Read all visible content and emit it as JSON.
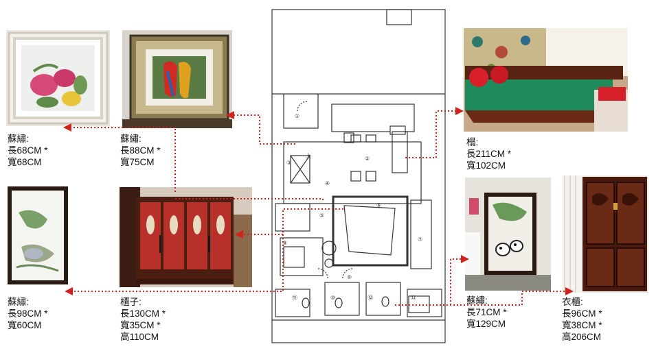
{
  "items": [
    {
      "id": "emb-peony",
      "title": "蘇繡:",
      "lines": [
        "長68CM *",
        "寬68CM"
      ]
    },
    {
      "id": "emb-parrot",
      "title": "蘇繡:",
      "lines": [
        "長88CM *",
        "寬75CM"
      ]
    },
    {
      "id": "daybed",
      "title": "榻:",
      "lines": [
        "長211CM *",
        "寬102CM"
      ]
    },
    {
      "id": "emb-tall",
      "title": "蘇繡:",
      "lines": [
        "長98CM *",
        "寬60CM"
      ]
    },
    {
      "id": "cabinet",
      "title": "櫃子:",
      "lines": [
        "長130CM *",
        "寬35CM *",
        "高110CM"
      ]
    },
    {
      "id": "emb-panda",
      "title": "蘇繡:",
      "lines": [
        "長71CM *",
        "寬129CM"
      ]
    },
    {
      "id": "wardrobe",
      "title": "衣櫃:",
      "lines": [
        "長96CM *",
        "寬38CM *",
        "高206CM"
      ]
    }
  ],
  "plan_marks": [
    "①",
    "②",
    "③",
    "④",
    "⑤",
    "⑥",
    "⑦",
    "⑧",
    "⑨",
    "⑩",
    "⑪",
    "⑫",
    "⑬",
    "上"
  ],
  "colors": {
    "connector": "#d0231d",
    "wood": "#5a2a14",
    "plan_line": "#333333"
  }
}
